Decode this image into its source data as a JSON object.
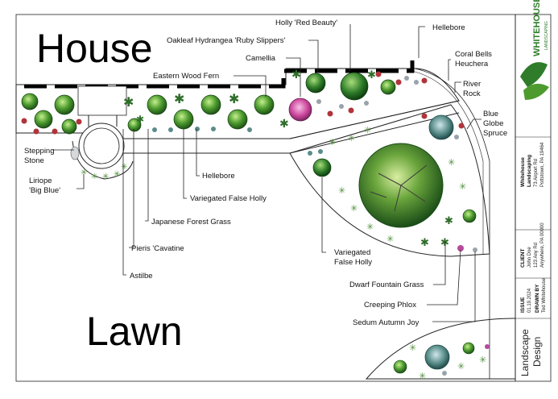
{
  "drawing": {
    "house_label": "House",
    "lawn_label": "Lawn"
  },
  "plant_labels": {
    "holly_red_beauty": "Holly 'Red Beauty'",
    "oakleaf_hydrangea": "Oakleaf Hydrangea 'Ruby Slippers'",
    "hellebore_top": "Hellebore",
    "camellia": "Camellia",
    "eastern_wood_fern": "Eastern Wood Fern",
    "coral_bells_1": "Coral Bells",
    "coral_bells_2": "Heuchera",
    "river_rock_1": "River",
    "river_rock_2": "Rock",
    "blue_globe_spruce_1": "Blue",
    "blue_globe_spruce_2": "Globe",
    "blue_globe_spruce_3": "Spruce",
    "stepping_stone_1": "Stepping",
    "stepping_stone_2": "Stone",
    "liriope_1": "Liriope",
    "liriope_2": "'Big Blue'",
    "hellebore_mid": "Hellebore",
    "variegated_false_holly": "Variegated False Holly",
    "japanese_forest_grass": "Japanese Forest Grass",
    "pieris": "Pieris 'Cavatine",
    "astilbe": "Astilbe",
    "variegated_false_holly_2a": "Variegated",
    "variegated_false_holly_2b": "False Holly",
    "dwarf_fountain_grass": "Dwarf Fountain Grass",
    "creeping_phlox": "Creeping Phlox",
    "sedum_autumn_joy": "Sedum Autumn Joy"
  },
  "title_block": {
    "logo_text": "WHITEHOUSE",
    "logo_subtext": "LANDSCAPING",
    "company_name": "Whitehouse",
    "company_name_2": "Landscaping",
    "company_address": "73 Airport Rd",
    "company_city": "Pottstown, PA 19464",
    "client_heading": "CLIENT",
    "client_name": "John Doe",
    "client_address": "123 Any Rd",
    "client_city": "Anywhere, PA 00000",
    "issue_heading": "ISSUE",
    "issue_date": "01.19.2024",
    "drawn_by_heading": "DRAWN BY",
    "drawn_by_name": "Ted Whitehouse",
    "title_line_1": "Landscape",
    "title_line_2": "Design"
  },
  "colors": {
    "plant_green": "#3f8f2a",
    "plant_light": "#9fd36a",
    "plant_dark": "#1f5e18",
    "flower_red": "#b0343a",
    "flower_pink": "#d64fa5",
    "rock_gray": "#9aa3ab",
    "mulch": "#ffffff",
    "ink": "#111111"
  }
}
